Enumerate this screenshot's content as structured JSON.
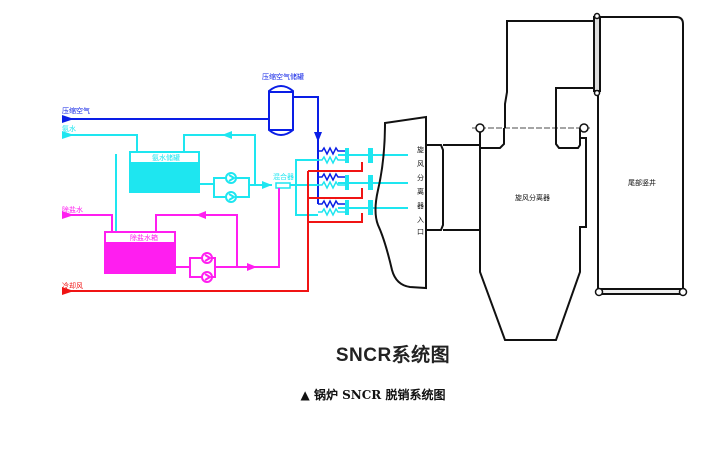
{
  "diagram": {
    "inputs": {
      "compressed_air": "压缩空气",
      "ammonia_water": "氨水",
      "demin_water": "除盐水",
      "cooling_air": "冷却风"
    },
    "equipment": {
      "air_tank": "压缩空气储罐",
      "ammonia_tank": "氨水储罐",
      "demin_tank": "除盐水箱",
      "mixer": "混合器",
      "cyclone_inlet": [
        "旋",
        "风",
        "分",
        "离",
        "器",
        "入",
        "口"
      ],
      "cyclone": "旋风分离器",
      "tail_shaft": "尾部竖井"
    },
    "colors": {
      "compressed_air": "#0a1ee6",
      "ammonia_water": "#1ee6f0",
      "demin_water": "#ff1ef0",
      "cooling_air": "#f01414",
      "structure": "#111111"
    }
  },
  "title": "SNCR系统图",
  "caption": "▲ 锅炉 SNCR 脱销系统图"
}
